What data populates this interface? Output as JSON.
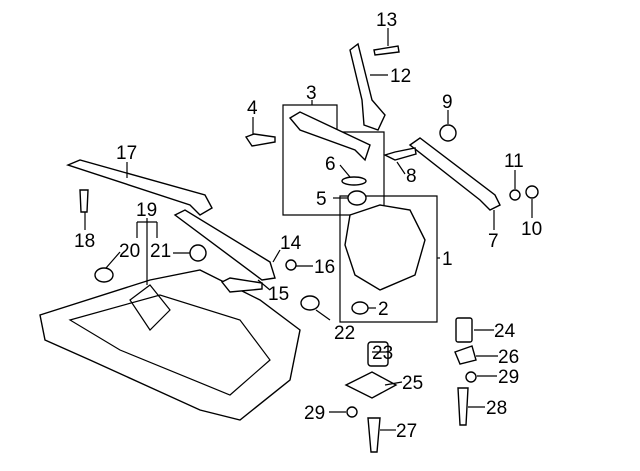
{
  "diagram": {
    "callouts": [
      {
        "id": "13",
        "text": "13"
      },
      {
        "id": "12",
        "text": "12"
      },
      {
        "id": "9",
        "text": "9"
      },
      {
        "id": "3",
        "text": "3"
      },
      {
        "id": "4",
        "text": "4"
      },
      {
        "id": "8",
        "text": "8"
      },
      {
        "id": "6",
        "text": "6"
      },
      {
        "id": "5",
        "text": "5"
      },
      {
        "id": "11",
        "text": "11"
      },
      {
        "id": "10",
        "text": "10"
      },
      {
        "id": "7",
        "text": "7"
      },
      {
        "id": "17",
        "text": "17"
      },
      {
        "id": "19",
        "text": "19"
      },
      {
        "id": "18",
        "text": "18"
      },
      {
        "id": "20",
        "text": "20"
      },
      {
        "id": "21",
        "text": "21"
      },
      {
        "id": "14",
        "text": "14"
      },
      {
        "id": "16",
        "text": "16"
      },
      {
        "id": "1",
        "text": "1"
      },
      {
        "id": "15",
        "text": "15"
      },
      {
        "id": "2",
        "text": "2"
      },
      {
        "id": "22",
        "text": "22"
      },
      {
        "id": "24",
        "text": "24"
      },
      {
        "id": "23",
        "text": "23"
      },
      {
        "id": "26",
        "text": "26"
      },
      {
        "id": "25",
        "text": "25"
      },
      {
        "id": "29a",
        "text": "29"
      },
      {
        "id": "28",
        "text": "28"
      },
      {
        "id": "29b",
        "text": "29"
      },
      {
        "id": "27",
        "text": "27"
      }
    ]
  }
}
